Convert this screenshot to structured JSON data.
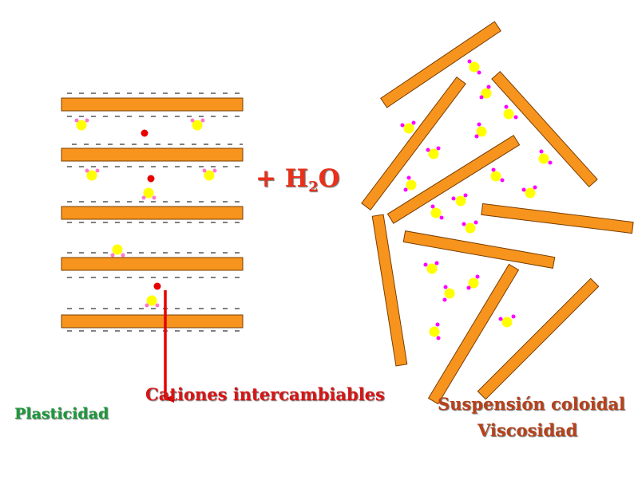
{
  "labels": {
    "water_plus": "+ H",
    "water_sub": "2",
    "water_o": "O",
    "cations": "Cationes intercambiables",
    "plasticity": "Plasticidad",
    "suspension": "Suspensión coloidal",
    "viscosity": "Viscosidad"
  },
  "colors": {
    "plate_fill": "#f7941d",
    "plate_stroke": "#7a3d00",
    "water_o": "#ffff00",
    "water_h_left": "#ff77cc",
    "water_h_right": "#ff00ff",
    "cation": "#e60000",
    "arrow": "#e60000",
    "water_label": "#e8301a",
    "cations_label": "#d81414",
    "plasticity_label": "#1a9a3a",
    "suspension_label": "#b8411a"
  },
  "icons": {
    "plate": "clay-plate",
    "water_molecule": "water-molecule",
    "cation": "cation-dot",
    "arrow": "down-arrow"
  }
}
